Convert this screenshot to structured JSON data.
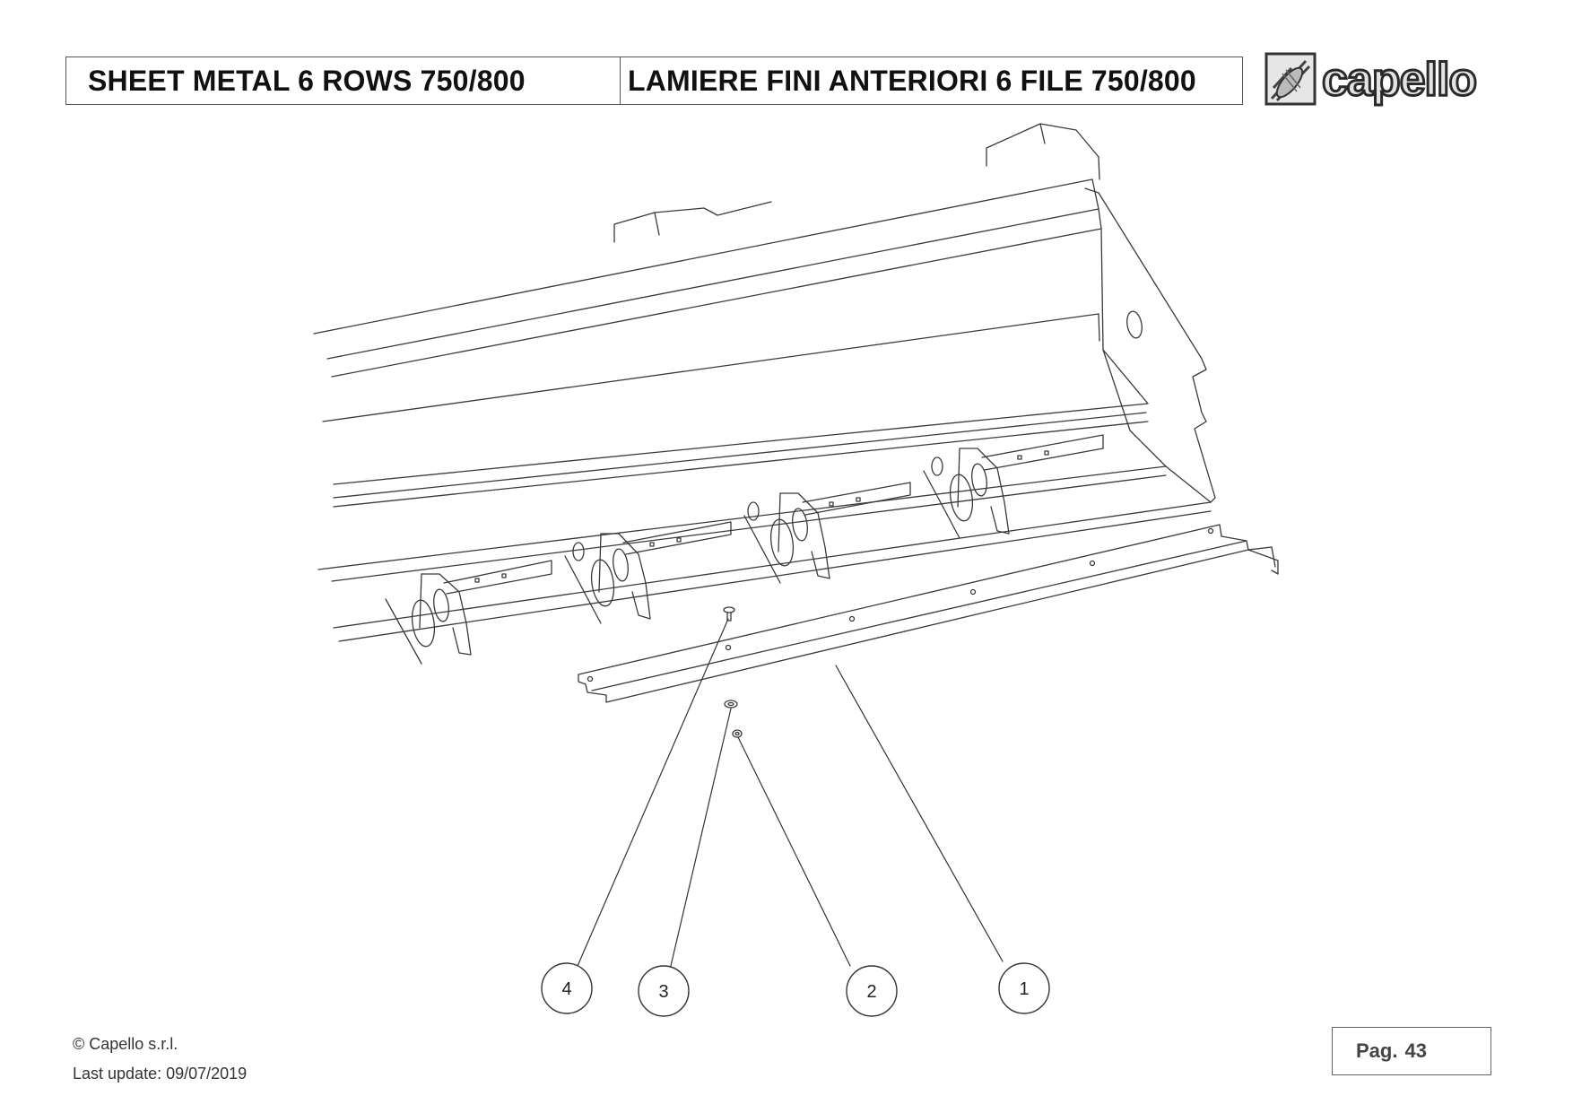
{
  "header": {
    "title_en": "SHEET METAL 6 ROWS 750/800",
    "title_it": "LAMIERE FINI ANTERIORI 6 FILE 750/800"
  },
  "logo": {
    "icon": "corn-cob-icon",
    "text": "capello"
  },
  "callouts": [
    {
      "number": "4"
    },
    {
      "number": "3"
    },
    {
      "number": "2"
    },
    {
      "number": "1"
    }
  ],
  "footer": {
    "copyright": "© Capello s.r.l.",
    "last_update": "Last update: 09/07/2019",
    "page_label": "Pag.",
    "page_number": "43"
  },
  "colors": {
    "line": "#3a3a3a",
    "frame": "#555555"
  }
}
